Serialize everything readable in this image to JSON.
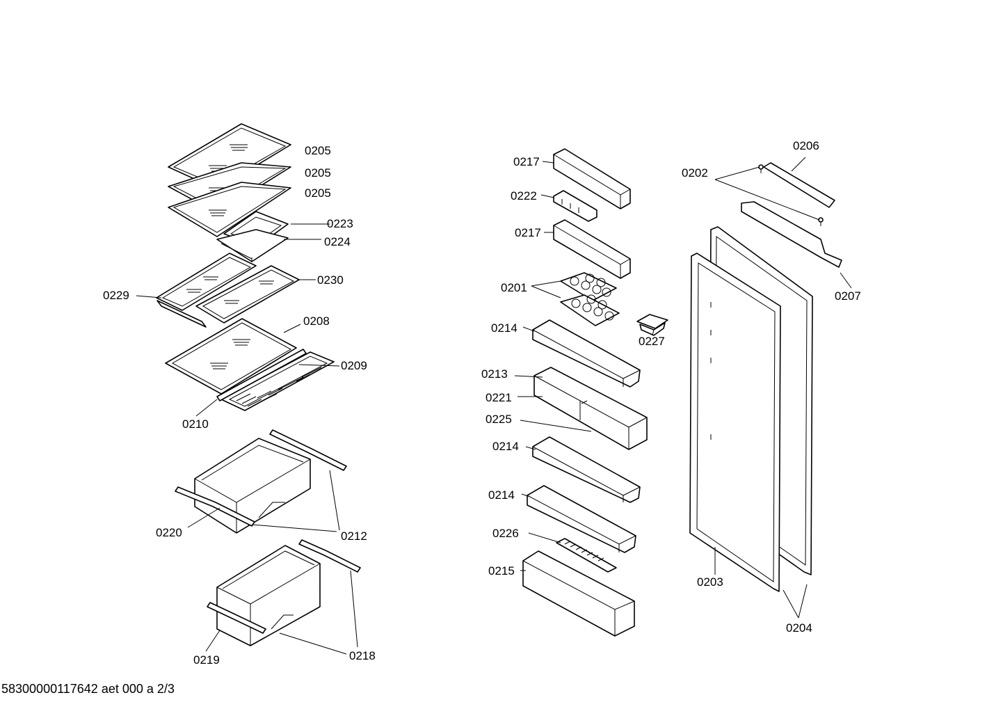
{
  "diagram": {
    "document_reference": "58300000117642 aet 000 a 2/3",
    "parts": [
      {
        "id": "p0205a",
        "label": "0205"
      },
      {
        "id": "p0205b",
        "label": "0205"
      },
      {
        "id": "p0205c",
        "label": "0205"
      },
      {
        "id": "p0223",
        "label": "0223"
      },
      {
        "id": "p0224",
        "label": "0224"
      },
      {
        "id": "p0230",
        "label": "0230"
      },
      {
        "id": "p0229",
        "label": "0229"
      },
      {
        "id": "p0208",
        "label": "0208"
      },
      {
        "id": "p0209",
        "label": "0209"
      },
      {
        "id": "p0210",
        "label": "0210"
      },
      {
        "id": "p0220",
        "label": "0220"
      },
      {
        "id": "p0212",
        "label": "0212"
      },
      {
        "id": "p0219",
        "label": "0219"
      },
      {
        "id": "p0218",
        "label": "0218"
      },
      {
        "id": "p0217a",
        "label": "0217"
      },
      {
        "id": "p0222",
        "label": "0222"
      },
      {
        "id": "p0217b",
        "label": "0217"
      },
      {
        "id": "p0201",
        "label": "0201"
      },
      {
        "id": "p0214a",
        "label": "0214"
      },
      {
        "id": "p0227",
        "label": "0227"
      },
      {
        "id": "p0213",
        "label": "0213"
      },
      {
        "id": "p0221",
        "label": "0221"
      },
      {
        "id": "p0225",
        "label": "0225"
      },
      {
        "id": "p0214b",
        "label": "0214"
      },
      {
        "id": "p0214c",
        "label": "0214"
      },
      {
        "id": "p0226",
        "label": "0226"
      },
      {
        "id": "p0215",
        "label": "0215"
      },
      {
        "id": "p0206",
        "label": "0206"
      },
      {
        "id": "p0202",
        "label": "0202"
      },
      {
        "id": "p0207",
        "label": "0207"
      },
      {
        "id": "p0203",
        "label": "0203"
      },
      {
        "id": "p0204",
        "label": "0204"
      }
    ]
  }
}
